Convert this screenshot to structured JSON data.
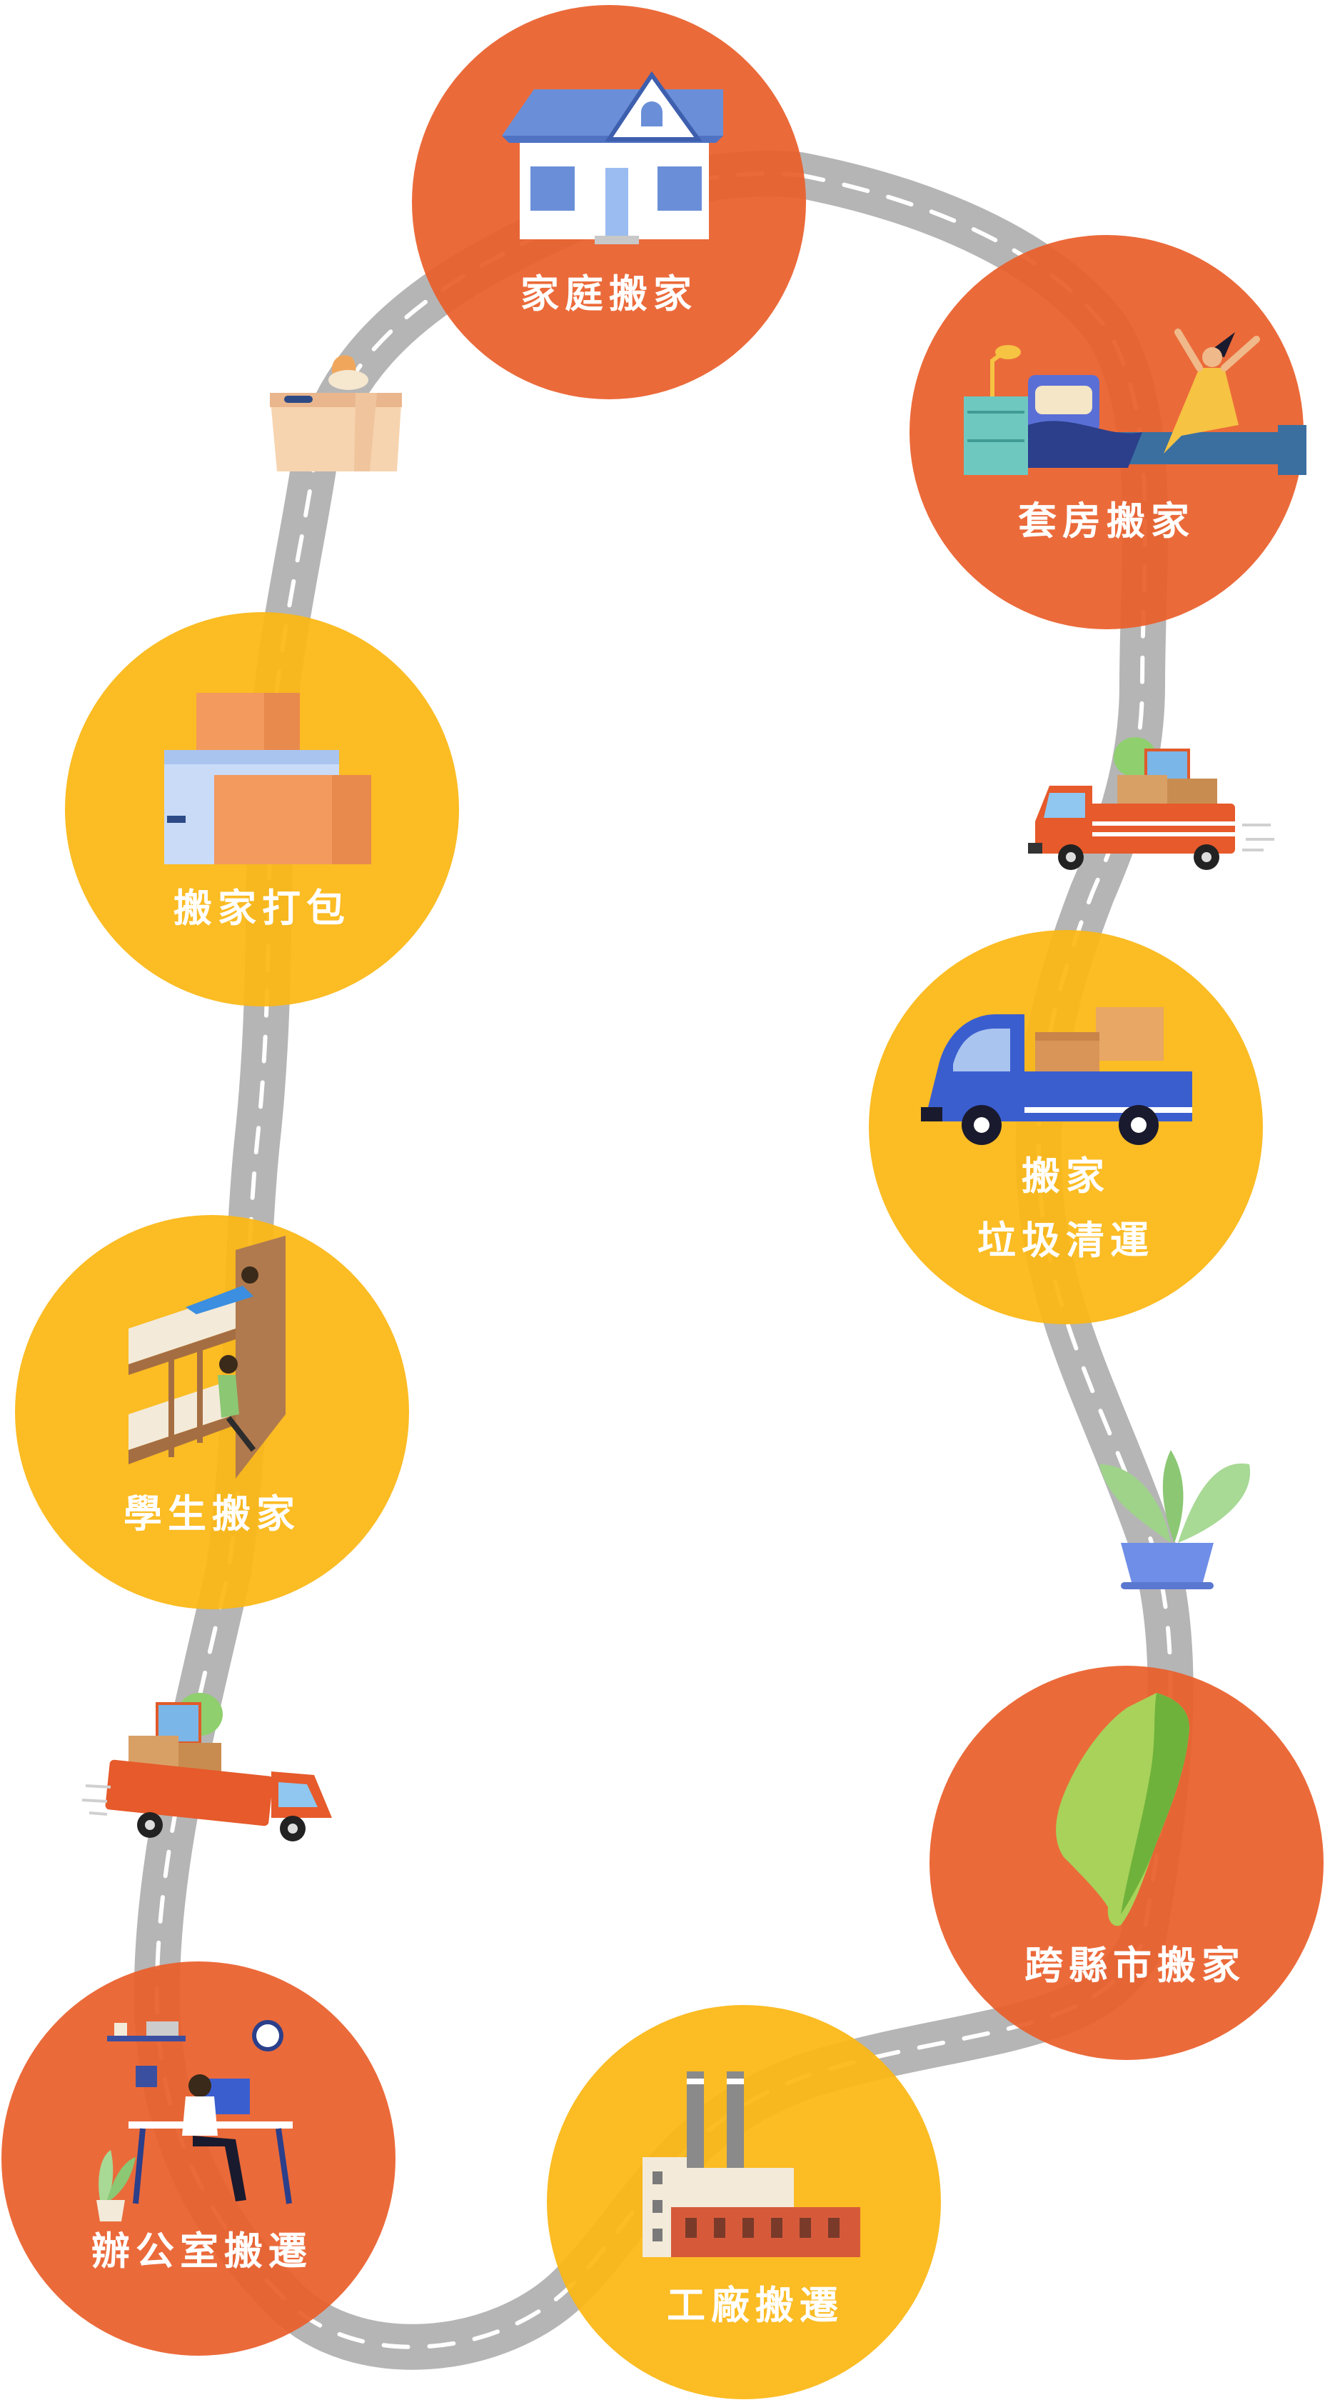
{
  "colors": {
    "road": "#b5b5b5",
    "road_marking": "#ffffff",
    "orange": "#e95f2b",
    "yellow": "#fbb713"
  },
  "services": [
    {
      "label": "家庭搬家",
      "icon": "house-icon",
      "color": "#e95f2b"
    },
    {
      "label": "套房搬家",
      "icon": "bedroom-icon",
      "color": "#e95f2b"
    },
    {
      "label": "搬家打包",
      "icon": "boxes-icon",
      "color": "#fbb713"
    },
    {
      "label": "搬家",
      "label_line2": "垃圾清運",
      "icon": "blue-truck-icon",
      "color": "#fbb713"
    },
    {
      "label": "學生搬家",
      "icon": "bunk-bed-icon",
      "color": "#fbb713"
    },
    {
      "label": "跨縣市搬家",
      "icon": "taiwan-map-icon",
      "color": "#e95f2b"
    },
    {
      "label": "辦公室搬遷",
      "icon": "office-desk-icon",
      "color": "#e95f2b"
    },
    {
      "label": "工廠搬遷",
      "icon": "factory-icon",
      "color": "#fbb713"
    }
  ],
  "decorations": [
    "moving-box-icon",
    "moving-truck-icon",
    "potted-plant-icon",
    "moving-truck-icon"
  ]
}
